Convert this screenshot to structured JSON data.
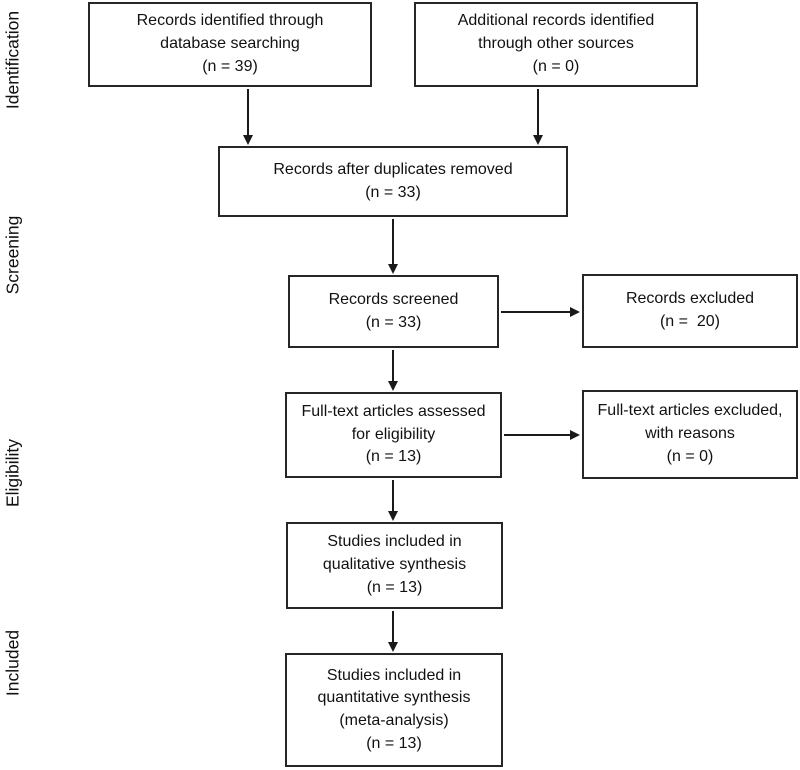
{
  "stages": [
    {
      "label": "Identification"
    },
    {
      "label": "Screening"
    },
    {
      "label": "Eligibility"
    },
    {
      "label": "Included"
    }
  ],
  "boxes": [
    {
      "name": "records-identified-database",
      "text": "Records identified through\ndatabase searching\n(n = 39)",
      "n": 39
    },
    {
      "name": "additional-records-other-sources",
      "text": "Additional records identified\nthrough other sources\n(n = 0)",
      "n": 0
    },
    {
      "name": "records-after-duplicates-removed",
      "text": "Records after duplicates removed\n(n = 33)",
      "n": 33
    },
    {
      "name": "records-screened",
      "text": "Records screened\n(n = 33)",
      "n": 33
    },
    {
      "name": "records-excluded",
      "text": "Records excluded\n(n =  20)",
      "n": 20
    },
    {
      "name": "fulltext-articles-assessed",
      "text": "Full-text articles assessed\nfor eligibility\n(n = 13)",
      "n": 13
    },
    {
      "name": "fulltext-articles-excluded",
      "text": "Full-text articles excluded,\nwith reasons\n(n = 0)",
      "n": 0
    },
    {
      "name": "studies-qualitative-synthesis",
      "text": "Studies included in\nqualitative synthesis\n(n = 13)",
      "n": 13
    },
    {
      "name": "studies-quantitative-synthesis",
      "text": "Studies included in\nquantitative synthesis\n(meta-analysis)\n(n = 13)",
      "n": 13
    }
  ],
  "colors": {
    "border": "#262626",
    "text": "#111111",
    "arrow": "#1a1a1a",
    "background": "#ffffff"
  }
}
